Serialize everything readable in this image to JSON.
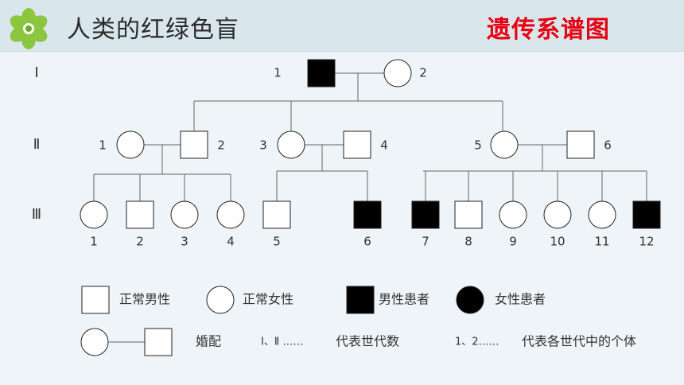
{
  "header": {
    "title": "人类的红绿色盲",
    "subtitle": "遗传系谱图",
    "logo_icon": "green-flower-logo-icon"
  },
  "generations": [
    "Ⅰ",
    "Ⅱ",
    "Ⅲ"
  ],
  "pedigree": {
    "gen1": [
      {
        "id": "1",
        "sex": "male",
        "affected": true
      },
      {
        "id": "2",
        "sex": "female",
        "affected": false
      }
    ],
    "gen2": [
      {
        "id": "1",
        "sex": "female",
        "affected": false
      },
      {
        "id": "2",
        "sex": "male",
        "affected": false
      },
      {
        "id": "3",
        "sex": "female",
        "affected": false
      },
      {
        "id": "4",
        "sex": "male",
        "affected": false
      },
      {
        "id": "5",
        "sex": "female",
        "affected": false
      },
      {
        "id": "6",
        "sex": "male",
        "affected": false
      }
    ],
    "gen3": [
      {
        "id": "1",
        "sex": "female",
        "affected": false
      },
      {
        "id": "2",
        "sex": "male",
        "affected": false
      },
      {
        "id": "3",
        "sex": "female",
        "affected": false
      },
      {
        "id": "4",
        "sex": "female",
        "affected": false
      },
      {
        "id": "5",
        "sex": "male",
        "affected": false
      },
      {
        "id": "6",
        "sex": "male",
        "affected": true
      },
      {
        "id": "7",
        "sex": "male",
        "affected": true
      },
      {
        "id": "8",
        "sex": "male",
        "affected": false
      },
      {
        "id": "9",
        "sex": "female",
        "affected": false
      },
      {
        "id": "10",
        "sex": "female",
        "affected": false
      },
      {
        "id": "11",
        "sex": "female",
        "affected": false
      },
      {
        "id": "12",
        "sex": "male",
        "affected": true
      }
    ]
  },
  "legend": {
    "normal_male": "正常男性",
    "normal_female": "正常女性",
    "affected_male": "男性患者",
    "affected_female": "女性患者",
    "marriage": "婚配",
    "generation_numerals": "Ⅰ、Ⅱ ……",
    "generation_meaning": "代表世代数",
    "individual_numerals": "1、2……",
    "individual_meaning": "代表各世代中的个体"
  },
  "colors": {
    "affected": "#000000",
    "normal": "#ffffff",
    "subtitle": "#e60012",
    "header_bg": "#d9e6ec",
    "page_bg": "#eef4f7"
  }
}
